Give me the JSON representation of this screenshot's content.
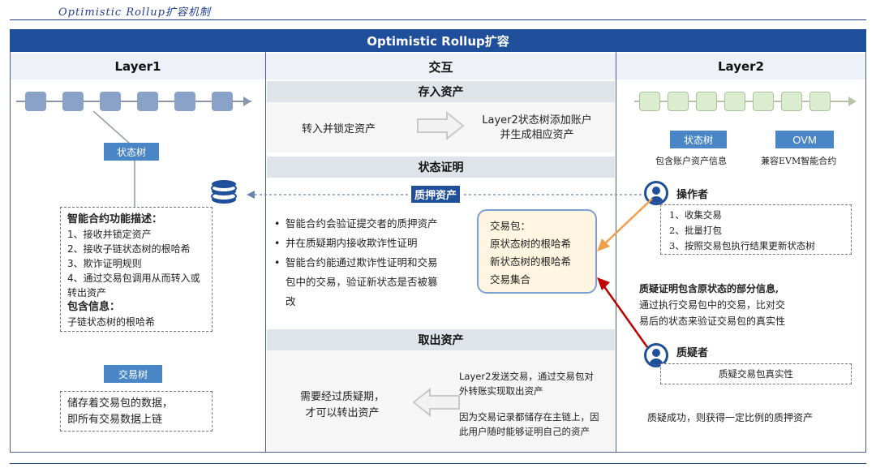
{
  "caption": "Optimistic Rollup扩容机制",
  "title": "Optimistic Rollup扩容",
  "columns": {
    "layer1": "Layer1",
    "interaction": "交互",
    "layer2": "Layer2"
  },
  "layer1": {
    "state_tree_tag": "状态树",
    "contract_box": {
      "heading": "智能合约功能描述：",
      "items": [
        "1、接收并锁定资产",
        "2、接收子链状态树的根哈希",
        "3、欺诈证明规则",
        "4、通过交易包调用从而转入或",
        "转出资产"
      ],
      "contains_heading": "包含信息：",
      "contains_item": "子链状态树的根哈希"
    },
    "tx_tree_tag": "交易树",
    "tx_tree_box": [
      "储存着交易包的数据，",
      "即所有交易数据上链"
    ]
  },
  "deposit": {
    "header": "存入资产",
    "left": "转入并锁定资产",
    "right_line1": "Layer2状态树添加账户",
    "right_line2": "并生成相应资产"
  },
  "state_proof": {
    "header": "状态证明",
    "collateral_label": "质押资产",
    "bullets": [
      "智能合约会验证提交者的质押资产",
      "并在质疑期内接收欺诈性证明",
      "智能合约能通过欺诈性证明和交易",
      "包中的交易，验证新状态是否被篡",
      "改"
    ],
    "tx_package": [
      "交易包：",
      "原状态树的根哈希",
      "新状态树的根哈希",
      "交易集合"
    ]
  },
  "withdraw": {
    "header": "取出资产",
    "left_line1": "需要经过质疑期，",
    "left_line2": "才可以转出资产",
    "right_para1_line1": "Layer2发送交易，通过交易包对",
    "right_para1_line2": "外转账实现取出资产",
    "right_para2_line1": "因为交易记录都储存在主链上，因",
    "right_para2_line2": "此用户随时能够证明自己的资产"
  },
  "layer2": {
    "state_tree_tag": "状态树",
    "ovm_tag": "OVM",
    "state_tree_desc": "包含账户资产信息",
    "ovm_desc": "兼容EVM智能合约",
    "operator_label": "操作者",
    "operator_items": [
      "1、收集交易",
      "2、批量打包",
      "3、按照交易包执行结果更新状态树"
    ],
    "challenge_note_bold": "质疑证明包含原状态的部分信息,",
    "challenge_note_line2": "通过执行交易包中的交易，比对交",
    "challenge_note_line3": "易后的状态来验证交易包的真实性",
    "challenger_label": "质疑者",
    "challenger_item": "质疑交易包真实性",
    "success_note": "质疑成功，则获得一定比例的质押资产"
  },
  "colors": {
    "brand": "#1f4e9a",
    "l1_node": "#8aa1c8",
    "l2_node": "#dbeccf",
    "tag": "#4a86c5",
    "orange_arrow": "#f0a04b",
    "red_arrow": "#c00000"
  }
}
